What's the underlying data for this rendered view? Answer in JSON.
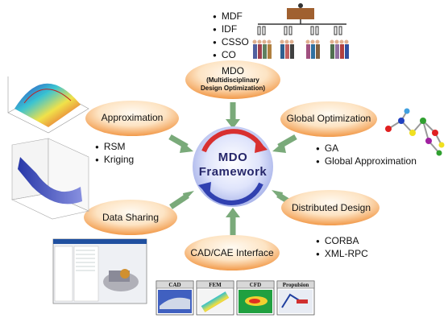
{
  "center": {
    "line1": "MDO",
    "line2": "Framework"
  },
  "nodes": {
    "mdo": {
      "title": "MDO",
      "sub1": "(Multidisciplinary",
      "sub2": "Design Optimization)"
    },
    "approximation": {
      "label": "Approximation"
    },
    "global_optimization": {
      "label": "Global Optimization"
    },
    "data_sharing": {
      "label": "Data Sharing"
    },
    "distributed_design": {
      "label": "Distributed Design"
    },
    "cad_cae": {
      "label": "CAD/CAE Interface"
    }
  },
  "bullets": {
    "mdo": [
      "MDF",
      "IDF",
      "CSSO",
      "CO"
    ],
    "approximation": [
      "RSM",
      "Kriging"
    ],
    "global_optimization": [
      "GA",
      "Global Approximation"
    ],
    "distributed_design": [
      "CORBA",
      "XML-RPC"
    ]
  },
  "thumbnails": [
    "CAD",
    "FEM",
    "CFD",
    "Propulsion"
  ],
  "colors": {
    "oval_center": "#fff4e4",
    "oval_edge": "#f0a050",
    "arrow": "#78a878",
    "center_disk": "#cdd5f5",
    "center_text": "#26276a"
  }
}
